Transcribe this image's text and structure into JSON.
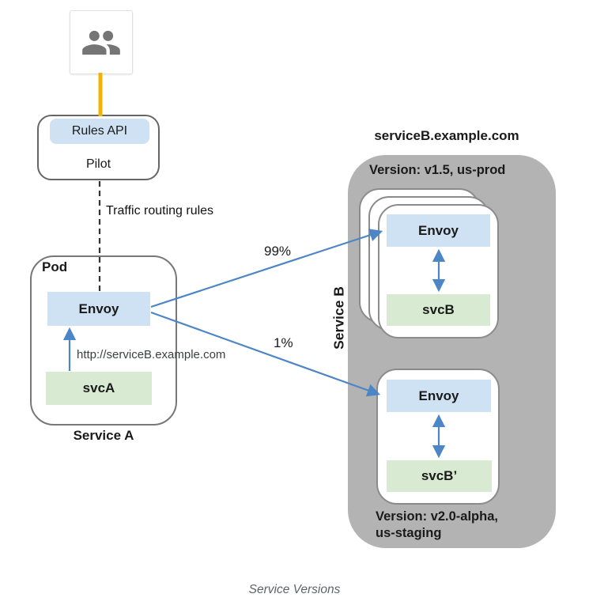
{
  "users": {
    "icon": "people-icon"
  },
  "pilot": {
    "rules_api": "Rules API",
    "name": "Pilot"
  },
  "traffic_note": "Traffic routing rules",
  "pod": {
    "title": "Pod",
    "envoy": "Envoy",
    "svc": "svcA",
    "url": "http://serviceB.example.com",
    "caption": "Service A"
  },
  "routes": {
    "primary": "99%",
    "canary": "1%"
  },
  "service_b": {
    "domain": "serviceB.example.com",
    "side_label": "Service B",
    "prod": {
      "version": "Version: v1.5, us-prod",
      "envoy": "Envoy",
      "svc": "svcB"
    },
    "staging": {
      "version": "Version: v2.0-alpha, us-staging",
      "envoy": "Envoy",
      "svc": "svcB’"
    }
  },
  "caption": "Service Versions",
  "colors": {
    "chip_blue": "#cfe2f3",
    "chip_green": "#d9ead3",
    "container_gray": "#b3b3b3",
    "arrow_blue": "#4d86c6",
    "connector_yellow": "#f2b400"
  }
}
